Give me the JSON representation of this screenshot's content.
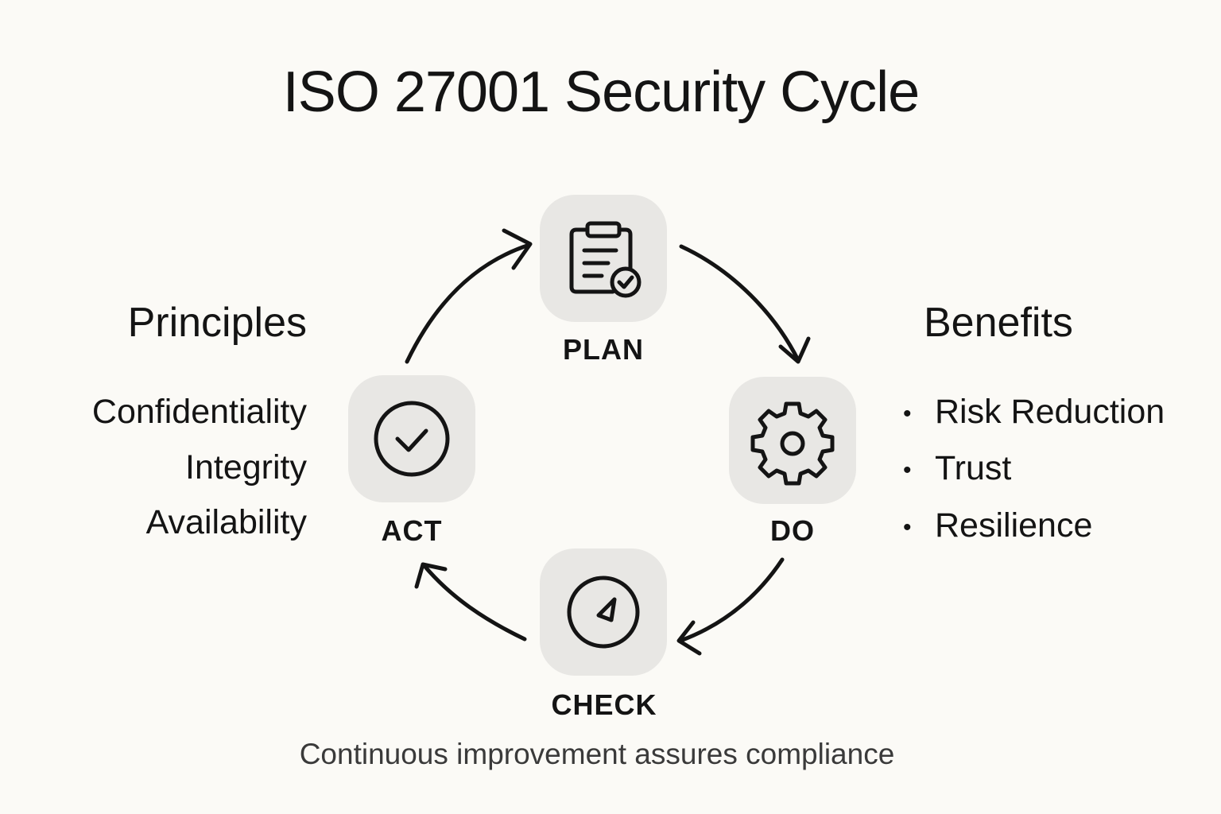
{
  "title": "ISO 27001 Security Cycle",
  "principles": {
    "heading": "Principles",
    "items": [
      "Confidentiality",
      "Integrity",
      "Availability"
    ]
  },
  "benefits": {
    "heading": "Benefits",
    "items": [
      "Risk Reduction",
      "Trust",
      "Resilience"
    ]
  },
  "cycle": {
    "stages": [
      {
        "label": "PLAN",
        "icon": "clipboard-check-icon"
      },
      {
        "label": "DO",
        "icon": "gear-icon"
      },
      {
        "label": "CHECK",
        "icon": "compass-icon"
      },
      {
        "label": "ACT",
        "icon": "check-circle-icon"
      }
    ],
    "tile_color": "#e8e7e4",
    "stroke_color": "#141414"
  },
  "footer": "Continuous improvement assures compliance"
}
